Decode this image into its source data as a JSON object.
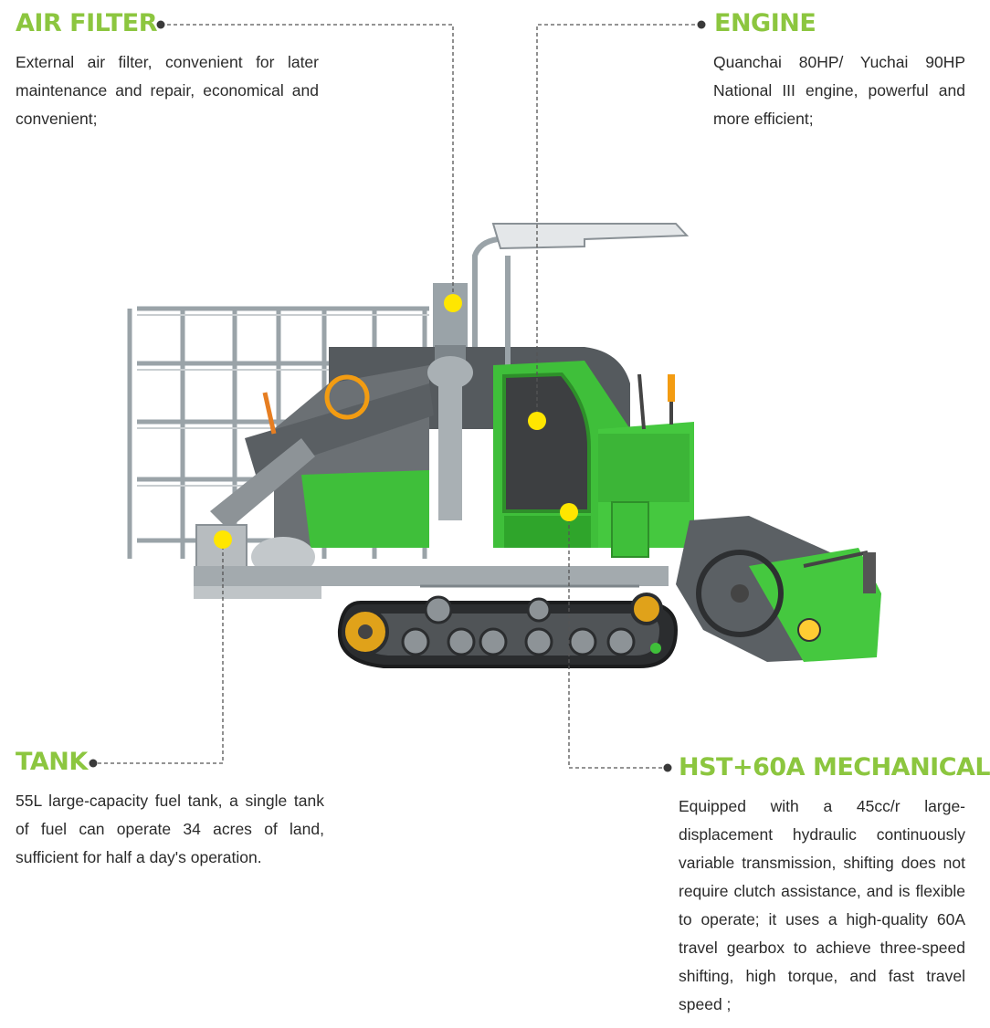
{
  "features": [
    {
      "id": "air-filter",
      "title": "AIR FILTER",
      "description": "External air filter, convenient for later maintenance and repair, economical and convenient;"
    },
    {
      "id": "engine",
      "title": "ENGINE",
      "description": "Quanchai 80HP/ Yuchai 90HP National III engine, powerful and more efficient;"
    },
    {
      "id": "tank",
      "title": "TANK",
      "description": "55L large-capacity fuel tank, a single tank of fuel can operate 34 acres of land, sufficient for half a day's operation."
    },
    {
      "id": "hst-mechanical",
      "title": "HST+60A MECHANICAL",
      "description": "Equipped with a 45cc/r large-displacement hydraulic continuously variable transmission, shifting does not require clutch assistance, and is flexible to operate; it uses a high-quality 60A travel gearbox to achieve three-speed shifting, high torque, and fast travel speed ;"
    }
  ],
  "colors": {
    "accent_green": "#8cc63f",
    "machine_green": "#3fbf3a",
    "hotspot_yellow": "#ffe600",
    "leader_line": "#555555",
    "text": "#2b2b2b"
  },
  "illustration": {
    "subject": "crawler combine harvester side view",
    "icon": "harvester-illustration"
  }
}
